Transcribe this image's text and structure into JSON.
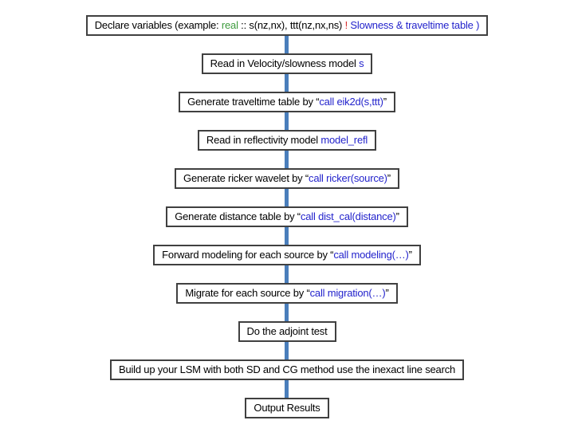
{
  "colors": {
    "text": "#000000",
    "keyword_green": "#3d9b3d",
    "code_blue": "#2323cc",
    "comment_red": "#d62b2b",
    "connector": "#4a7ebb",
    "box_border": "#404040",
    "box_fill": "#ffffff"
  },
  "flowchart": {
    "nodes": [
      {
        "name": "declare-variables",
        "segments": [
          {
            "text": "Declare variables (example: ",
            "color": "text"
          },
          {
            "text": "real",
            "color": "keyword_green"
          },
          {
            "text": " :: s(nz,nx), ttt(nz,nx,ns) ",
            "color": "text"
          },
          {
            "text": "!",
            "color": "comment_red"
          },
          {
            "text": " Slowness & traveltime table )",
            "color": "code_blue"
          }
        ]
      },
      {
        "name": "read-velocity-model",
        "segments": [
          {
            "text": "Read in Velocity/slowness model ",
            "color": "text"
          },
          {
            "text": "s",
            "color": "code_blue"
          }
        ]
      },
      {
        "name": "generate-traveltime-table",
        "segments": [
          {
            "text": "Generate traveltime table by “",
            "color": "text"
          },
          {
            "text": "call eik2d(s,ttt)",
            "color": "code_blue"
          },
          {
            "text": "”",
            "color": "text"
          }
        ]
      },
      {
        "name": "read-reflectivity-model",
        "segments": [
          {
            "text": "Read in reflectivity model ",
            "color": "text"
          },
          {
            "text": "model_refl",
            "color": "code_blue"
          }
        ]
      },
      {
        "name": "generate-ricker-wavelet",
        "segments": [
          {
            "text": "Generate ricker wavelet by “",
            "color": "text"
          },
          {
            "text": "call ricker(source)",
            "color": "code_blue"
          },
          {
            "text": "”",
            "color": "text"
          }
        ]
      },
      {
        "name": "generate-distance-table",
        "segments": [
          {
            "text": "Generate distance table by “",
            "color": "text"
          },
          {
            "text": "call dist_cal(distance)",
            "color": "code_blue"
          },
          {
            "text": "”",
            "color": "text"
          }
        ]
      },
      {
        "name": "forward-modeling",
        "segments": [
          {
            "text": "Forward modeling for each source by “",
            "color": "text"
          },
          {
            "text": "call modeling(…)",
            "color": "code_blue"
          },
          {
            "text": "”",
            "color": "text"
          }
        ]
      },
      {
        "name": "migrate-each-source",
        "segments": [
          {
            "text": "Migrate for each source by “",
            "color": "text"
          },
          {
            "text": "call migration(…)",
            "color": "code_blue"
          },
          {
            "text": "”",
            "color": "text"
          }
        ]
      },
      {
        "name": "adjoint-test",
        "segments": [
          {
            "text": "Do the adjoint test",
            "color": "text"
          }
        ]
      },
      {
        "name": "build-lsm",
        "segments": [
          {
            "text": "Build up your LSM with both SD and CG method use the inexact line search",
            "color": "text"
          }
        ]
      },
      {
        "name": "output-results",
        "segments": [
          {
            "text": "Output Results",
            "color": "text"
          }
        ]
      }
    ]
  }
}
